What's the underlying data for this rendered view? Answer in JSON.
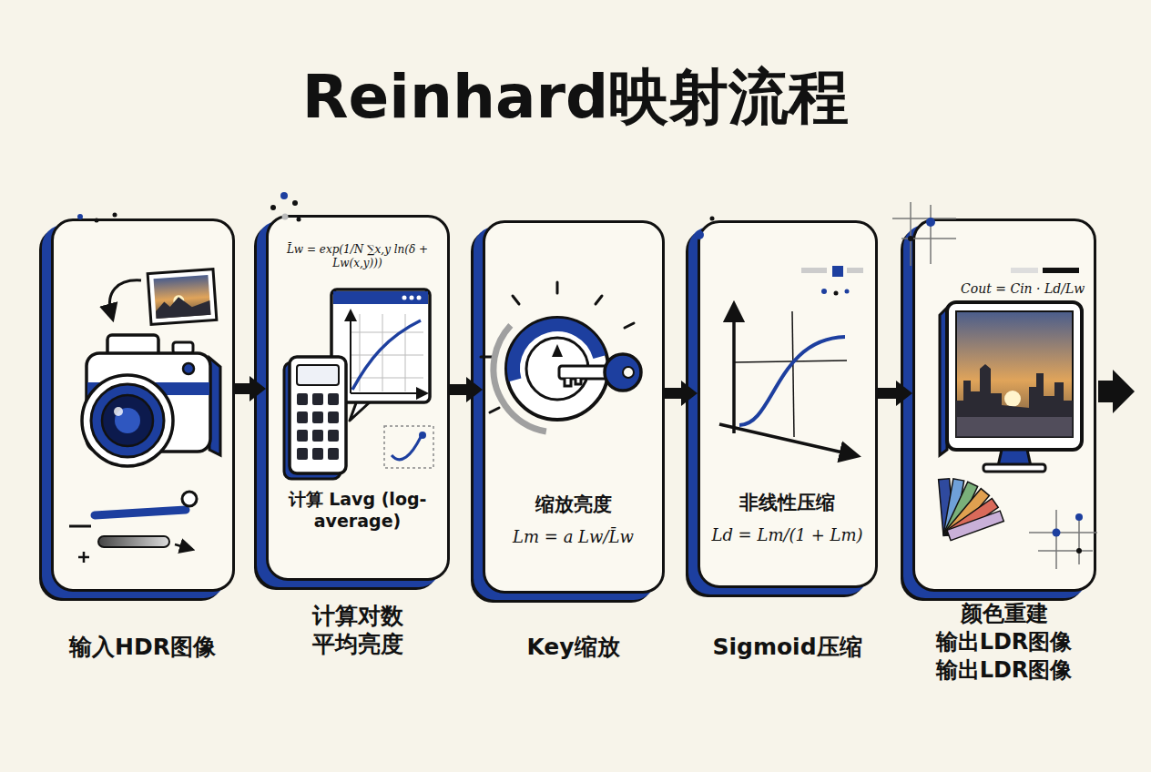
{
  "diagram": {
    "title": "Reinhard映射流程",
    "nodes": [
      {
        "text": [
          "输入HDR图像"
        ]
      },
      {
        "text": [
          "L̄w = exp(1/N ∑x,y ln(δ + Lw(x,y)))",
          "计算 Lavg (log-average)",
          "计算对数 平均亮度"
        ]
      },
      {
        "text": [
          "缩放亮度",
          "Lm = a Lw/L̄w",
          "Key缩放"
        ]
      },
      {
        "text": [
          "非线性压缩",
          "Ld = Lm/(1 + Lm)",
          "Sigmoid压缩"
        ]
      },
      {
        "text": [
          "Cout = Cin · Ld/Lw",
          "颜色重建 输出LDR图像 输出LDR图像"
        ]
      }
    ],
    "edges": [
      {
        "from": 0,
        "to": 1,
        "arrow": "to"
      },
      {
        "from": 1,
        "to": 2,
        "arrow": "to"
      },
      {
        "from": 2,
        "to": 3,
        "arrow": "to"
      },
      {
        "from": 3,
        "to": 4,
        "arrow": "to"
      }
    ]
  }
}
